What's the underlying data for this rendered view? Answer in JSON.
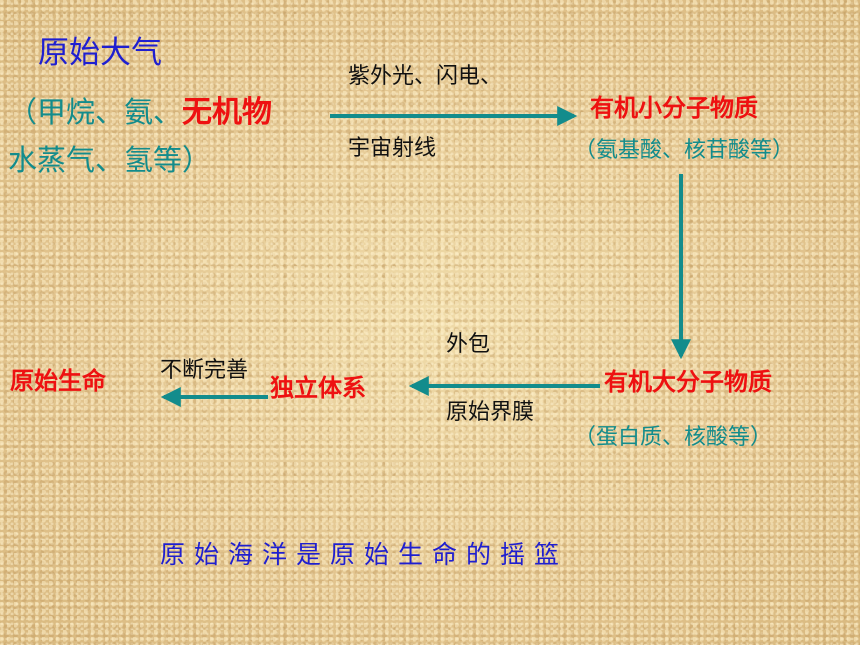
{
  "diagram": {
    "title": "原始大气",
    "atmosphere_paren_open": "（甲烷、氨、",
    "inorganic": "无机物",
    "atmosphere_line2": "水蒸气、氢等）",
    "energy_label_1": "紫外光、闪电、",
    "energy_label_2": "宇宙射线",
    "small_organic": "有机小分子物质",
    "small_organic_examples": "（氨基酸、核苷酸等）",
    "macro_organic": "有机大分子物质",
    "macro_organic_examples": "（蛋白质、核酸等）",
    "wrap_label": "外包",
    "membrane_label": "原始界膜",
    "independent_system": "独立体系",
    "improve_label": "不断完善",
    "origin_life": "原始生命",
    "slogan": "原始海洋是原始生命的摇篮"
  },
  "colors": {
    "background": "#e7cf9c",
    "heading_blue": "#1f1fd0",
    "teal": "#138c8c",
    "red": "#ee1111",
    "black": "#111111"
  }
}
